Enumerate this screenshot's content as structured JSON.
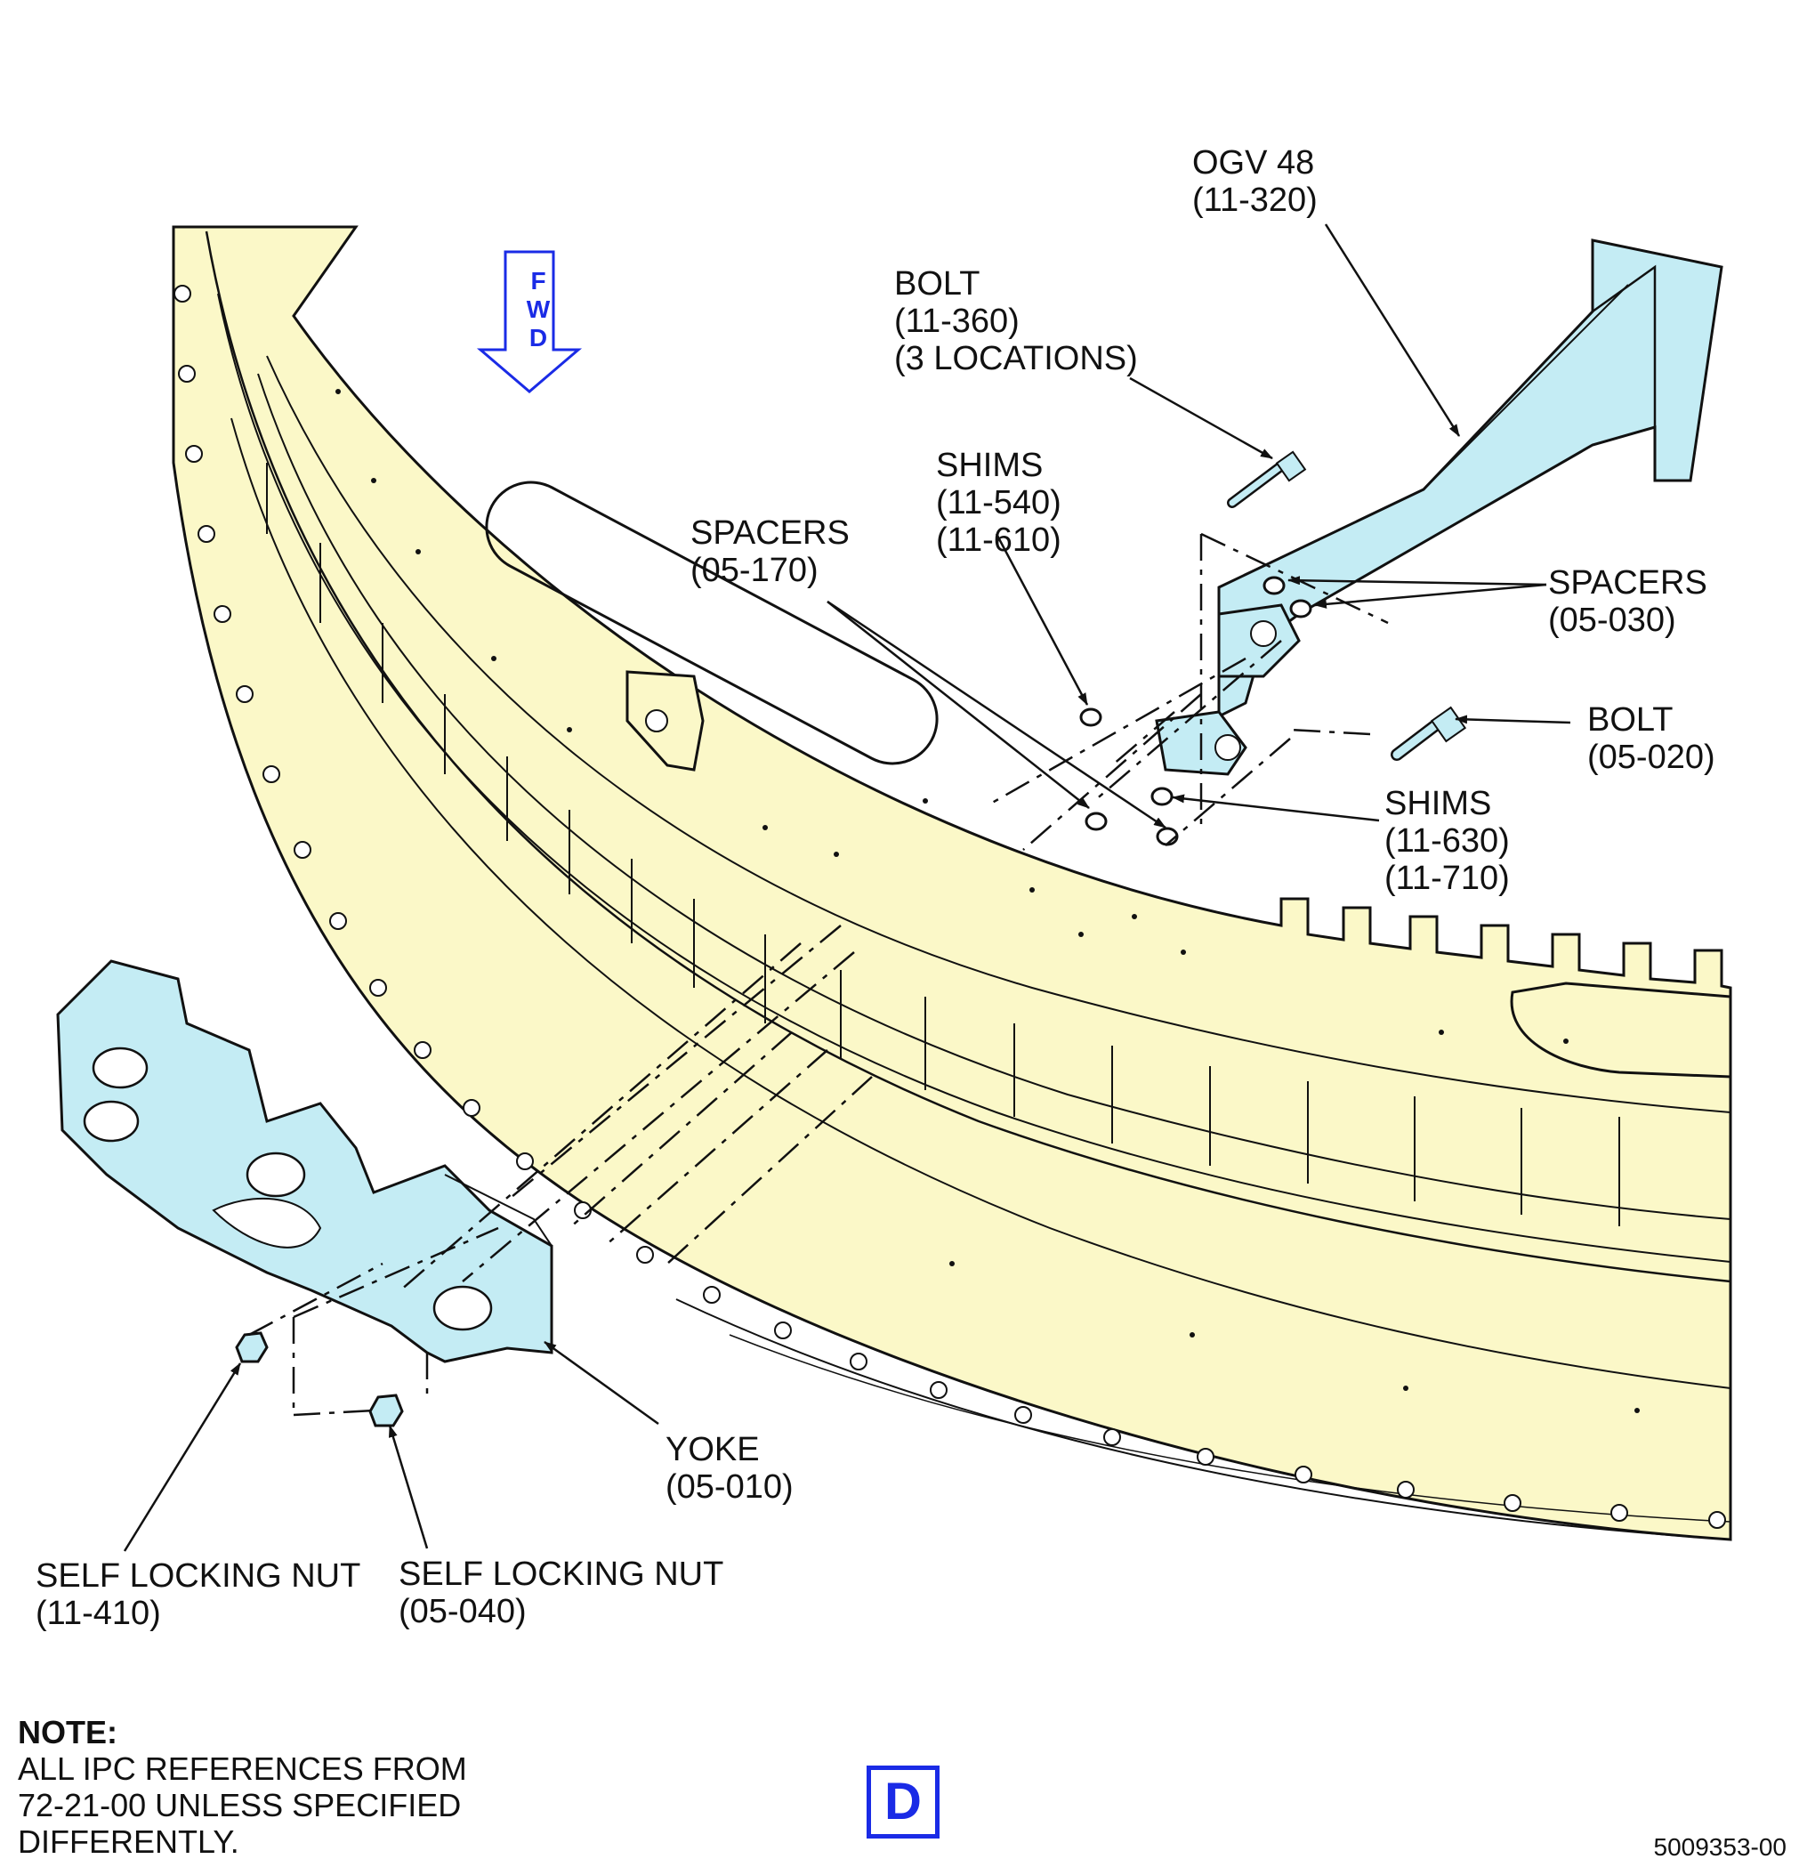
{
  "labels": {
    "ogv": {
      "name": "OGV 48",
      "ref": "(11-320)"
    },
    "bolt_top": {
      "name": "BOLT",
      "ref": "(11-360)",
      "qty": "(3 LOCATIONS)"
    },
    "shims_top": {
      "name": "SHIMS",
      "ref1": "(11-540)",
      "ref2": "(11-610)"
    },
    "spacers_left": {
      "name": "SPACERS",
      "ref": "(05-170)"
    },
    "spacers_right": {
      "name": "SPACERS",
      "ref": "(05-030)"
    },
    "bolt_right": {
      "name": "BOLT",
      "ref": "(05-020)"
    },
    "shims_bottom": {
      "name": "SHIMS",
      "ref1": "(11-630)",
      "ref2": "(11-710)"
    },
    "yoke": {
      "name": "YOKE",
      "ref": "(05-010)"
    },
    "nut_left": {
      "name": "SELF LOCKING NUT",
      "ref": "(11-410)"
    },
    "nut_right": {
      "name": "SELF LOCKING NUT",
      "ref": "(05-040)"
    }
  },
  "fwd_arrow": {
    "letters": [
      "F",
      "W",
      "D"
    ]
  },
  "note": {
    "heading": "NOTE:",
    "lines": [
      "ALL IPC REFERENCES FROM",
      "72-21-00 UNLESS SPECIFIED",
      "DIFFERENTLY."
    ]
  },
  "view_letter": "D",
  "figure_number": "5009353-00",
  "colors": {
    "ring": "#fbf8c8",
    "component": "#c4ecf4",
    "fwd_arrow": "#1a2be6",
    "line": "#111111"
  }
}
